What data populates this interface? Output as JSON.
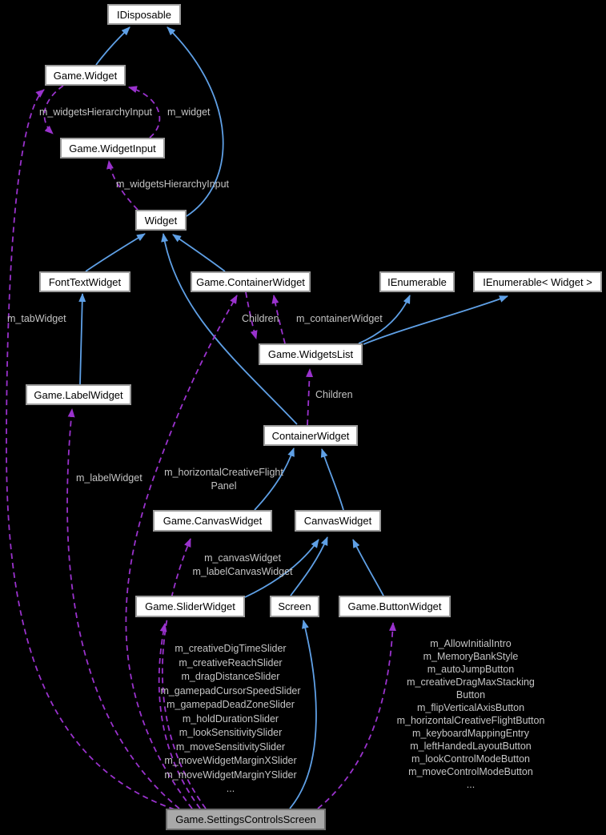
{
  "colors": {
    "background": "#000000",
    "inheritance_edge": "#5fa0e6",
    "usage_edge": "#9a32cd",
    "node_fill": "#ffffff",
    "node_border": "#9c9c9c",
    "node_text": "#000000",
    "main_node_fill": "#a9a9a9",
    "edge_label_text": "#c4c4c4"
  },
  "nodes": {
    "idisposable": "IDisposable",
    "game_widget": "Game.Widget",
    "game_widgetinput": "Game.WidgetInput",
    "widget": "Widget",
    "fonttextwidget": "FontTextWidget",
    "game_containerwidget": "Game.ContainerWidget",
    "ienumerable": "IEnumerable",
    "ienumerable_widget": "IEnumerable< Widget >",
    "game_widgetslist": "Game.WidgetsList",
    "game_labelwidget": "Game.LabelWidget",
    "containerwidget": "ContainerWidget",
    "game_canvaswidget": "Game.CanvasWidget",
    "canvaswidget": "CanvasWidget",
    "game_sliderwidget": "Game.SliderWidget",
    "screen": "Screen",
    "game_buttonwidget": "Game.ButtonWidget",
    "game_settingscontrolsscreen": "Game.SettingsControlsScreen"
  },
  "labels": {
    "m_widgetsHierarchyInput": "m_widgetsHierarchyInput",
    "m_widget": "m_widget",
    "m_tabWidget": "m_tabWidget",
    "children": "Children",
    "m_containerWidget": "m_containerWidget",
    "m_labelWidget": "m_labelWidget",
    "flight_panel_lines": [
      "m_horizontalCreativeFlight",
      "Panel"
    ],
    "canvas_members": [
      "m_canvasWidget",
      "m_labelCanvasWidget"
    ],
    "slider_members": [
      "m_creativeDigTimeSlider",
      "m_creativeReachSlider",
      "m_dragDistanceSlider",
      "m_gamepadCursorSpeedSlider",
      "m_gamepadDeadZoneSlider",
      "m_holdDurationSlider",
      "m_lookSensitivitySlider",
      "m_moveSensitivitySlider",
      "m_moveWidgetMarginXSlider",
      "m_moveWidgetMarginYSlider",
      "..."
    ],
    "button_members": [
      "m_AllowInitialIntro",
      "m_MemoryBankStyle",
      "m_autoJumpButton",
      "m_creativeDragMaxStacking",
      "Button",
      "m_flipVerticalAxisButton",
      "m_horizontalCreativeFlightButton",
      "m_keyboardMappingEntry",
      "m_leftHandedLayoutButton",
      "m_lookControlModeButton",
      "m_moveControlModeButton",
      "..."
    ]
  }
}
